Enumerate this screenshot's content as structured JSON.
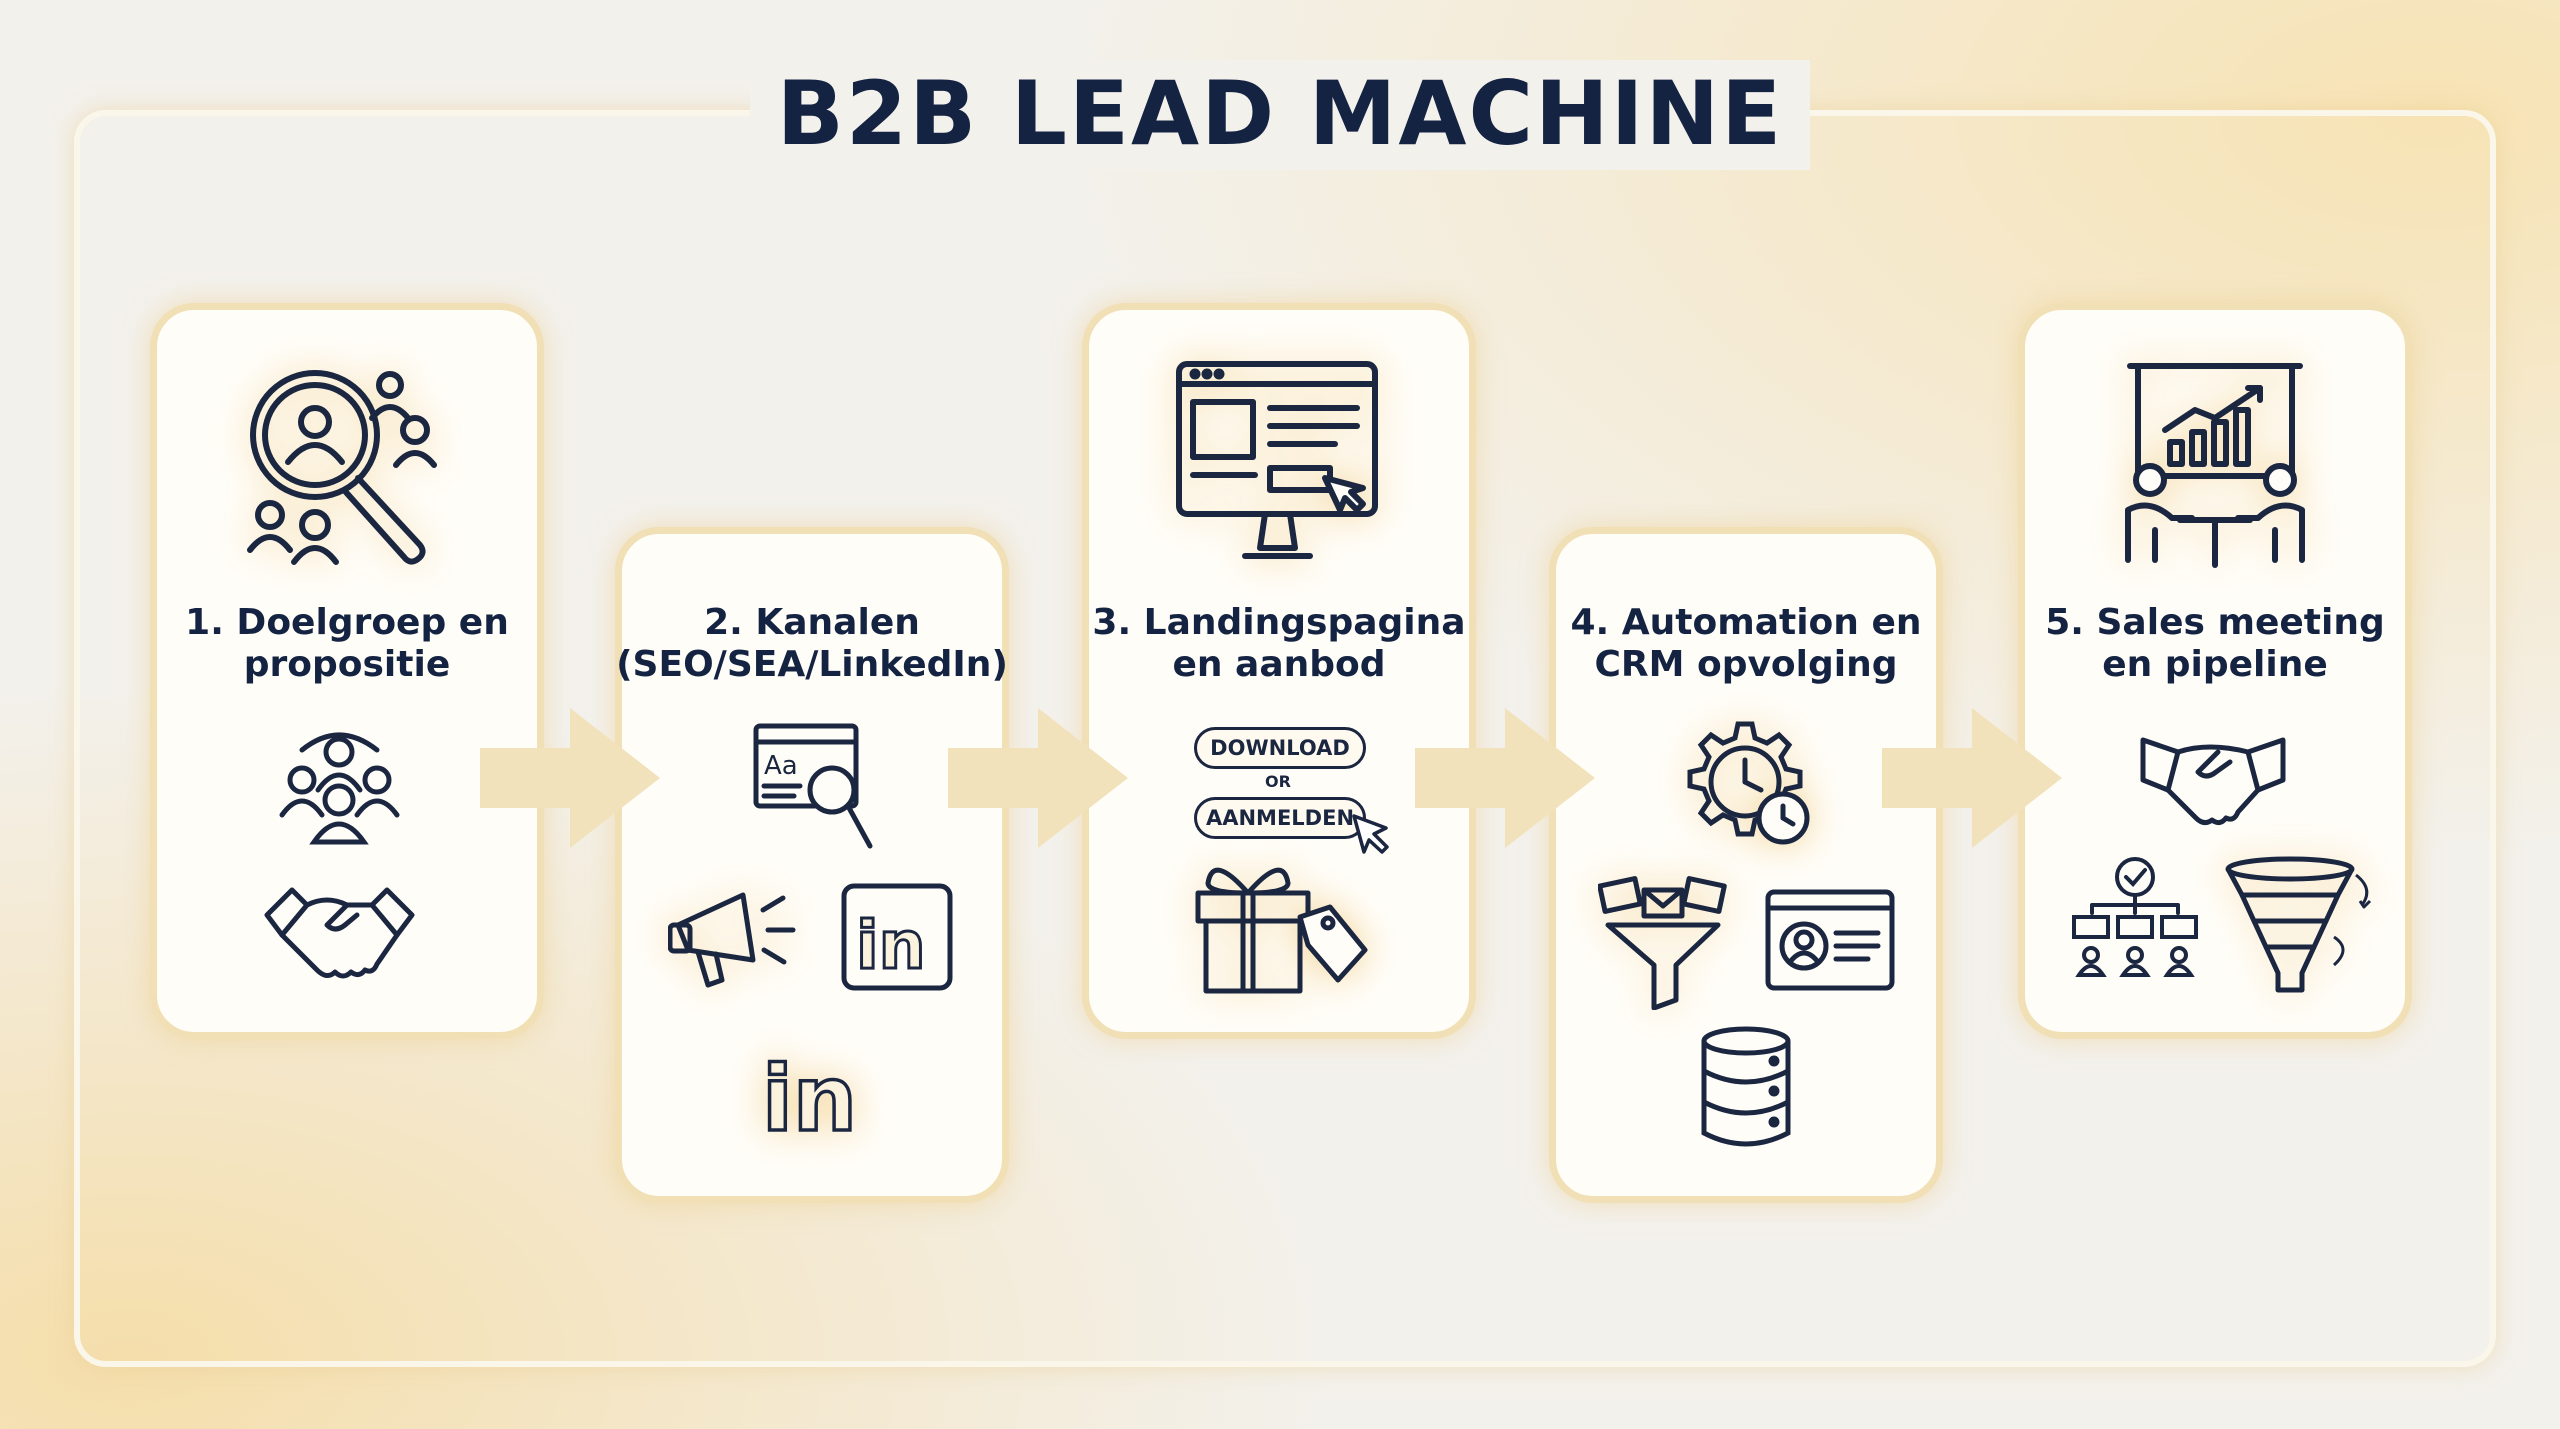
{
  "title": "B2B LEAD MACHINE",
  "steps": [
    {
      "label": "1. Doelgroep en\npropositie"
    },
    {
      "label": "2. Kanalen\n(SEO/SEA/LinkedIn)"
    },
    {
      "label": "3. Landingspagina\nen aanbod"
    },
    {
      "label": "4. Automation en\nCRM opvolging"
    },
    {
      "label": "5. Sales meeting\nen pipeline"
    }
  ],
  "cta": {
    "download": "DOWNLOAD",
    "or": "OR",
    "signup": "AANMELDEN"
  },
  "icons": [
    "search-audience-icon",
    "group-icon",
    "handshake-icon",
    "seo-search-icon",
    "megaphone-icon",
    "linkedin-icon",
    "landing-page-icon",
    "gift-icon",
    "gear-clock-icon",
    "email-funnel-icon",
    "crm-profile-icon",
    "database-icon",
    "presentation-meeting-icon",
    "org-chart-icon",
    "sales-funnel-icon"
  ],
  "colors": {
    "navy": "#152342",
    "gold": "#f1dfb6",
    "arrow": "#f2e2bb"
  }
}
